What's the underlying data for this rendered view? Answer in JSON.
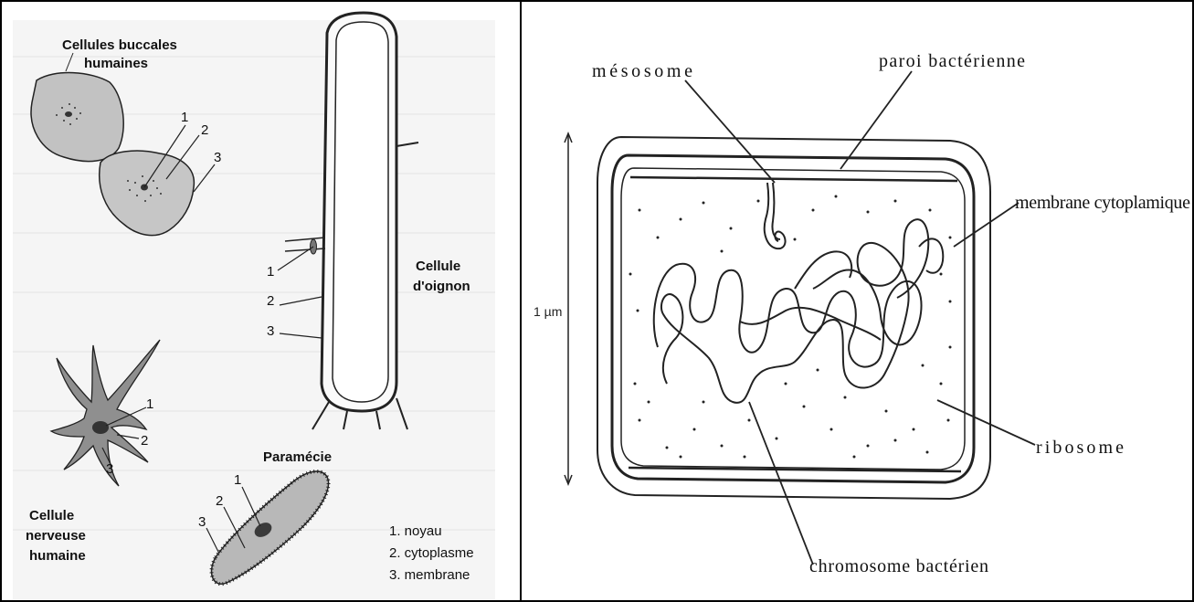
{
  "left_panel": {
    "buccal": {
      "title_line1": "Cellules buccales",
      "title_line2": "humaines",
      "n1": "1",
      "n2": "2",
      "n3": "3"
    },
    "onion": {
      "title_line1": "Cellule",
      "title_line2": "d'oignon",
      "n1": "1",
      "n2": "2",
      "n3": "3"
    },
    "nerve": {
      "title_line1": "Cellule",
      "title_line2": "nerveuse",
      "title_line3": "humaine",
      "n1": "1",
      "n2": "2",
      "n3": "3"
    },
    "paramecium": {
      "title": "Paramécie",
      "n1": "1",
      "n2": "2",
      "n3": "3"
    },
    "legend": {
      "item1": "1. noyau",
      "item2": "2. cytoplasme",
      "item3": "3. membrane"
    }
  },
  "right_panel": {
    "labels": {
      "mesosome": "mésosome",
      "wall": "paroi bactérienne",
      "membrane": "membrane cytoplamique",
      "ribosome": "ribosome",
      "chromosome": "chromosome bactérien",
      "scale": "1 µm"
    }
  },
  "colors": {
    "ink": "#1a1a1a",
    "cell_fill": "#bdbdbd",
    "nerve_fill": "#8c8c8c",
    "nucleus": "#3a3a3a",
    "paper": "#f7f7f7",
    "frame": "#000000"
  }
}
